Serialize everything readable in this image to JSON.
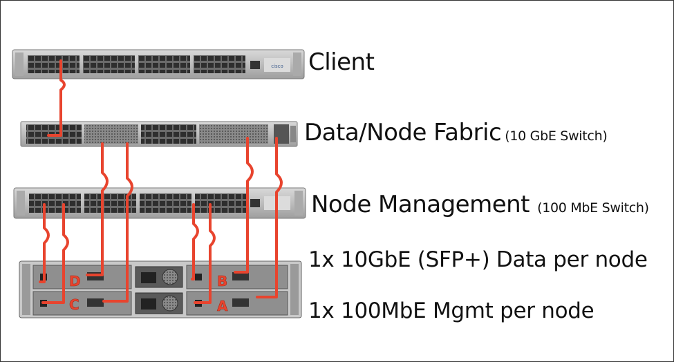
{
  "devices": {
    "client": {
      "label": "Client"
    },
    "fabric": {
      "label": "Data/Node Fabric",
      "note": "(10 GbE Switch)"
    },
    "management": {
      "label": "Node Management",
      "note": "(100 MbE Switch)"
    },
    "chassis": {
      "node_letters": [
        "D",
        "B",
        "C",
        "A"
      ],
      "cable_color": "#e8442e"
    }
  },
  "legend": {
    "data_line": "1x 10GbE (SFP+) Data per node",
    "mgmt_line": "1x 100MbE Mgmt per node"
  },
  "brand": "cisco"
}
